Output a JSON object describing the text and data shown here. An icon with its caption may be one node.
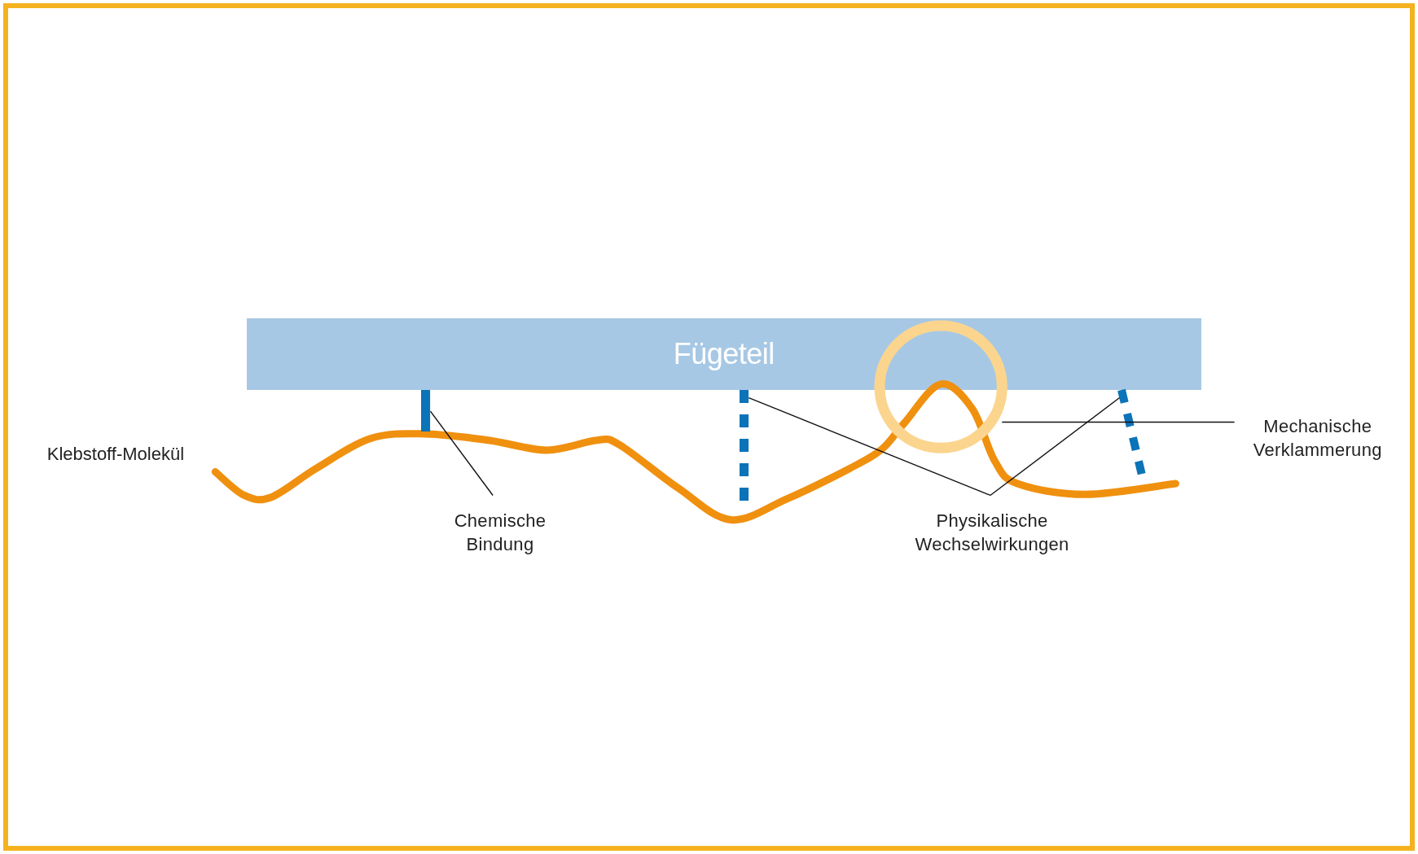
{
  "diagram": {
    "nodes": [
      {
        "text": [
          "Fügeteil"
        ]
      },
      {
        "text": [
          "Chemische Bindung"
        ]
      },
      {
        "text": [
          "Physikalische Wechselwirkungen"
        ]
      },
      {
        "text": [
          "Mechanische Verklammerung"
        ]
      },
      {
        "text": [],
        "shape": "bar"
      },
      {
        "text": [],
        "shape": "bar"
      },
      {
        "text": [],
        "shape": "bar"
      },
      {
        "text": [],
        "shape": "circle"
      }
    ],
    "edges": [
      {
        "from": 1,
        "to": 4,
        "arrow": "none"
      },
      {
        "from": 2,
        "to": 5,
        "arrow": "none"
      },
      {
        "from": 2,
        "to": 6,
        "arrow": "none"
      },
      {
        "from": 3,
        "to": 7,
        "arrow": "none"
      }
    ],
    "labels": [
      "Klebstoff-Molekül"
    ]
  }
}
